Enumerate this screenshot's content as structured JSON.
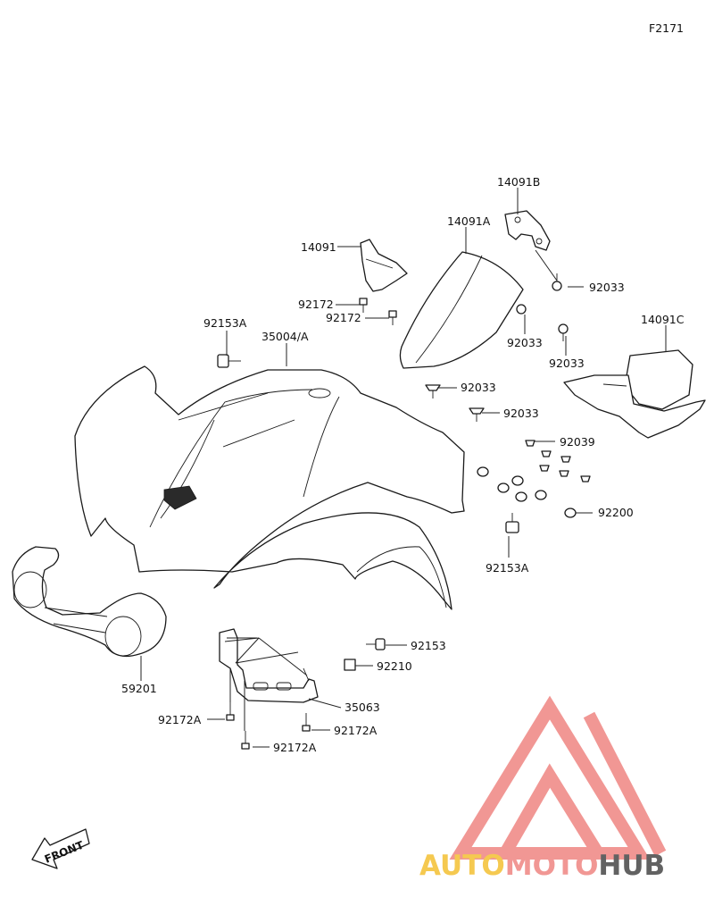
{
  "figure_code": "F2171",
  "parts": [
    {
      "id": "p-14091B",
      "label": "14091B"
    },
    {
      "id": "p-14091A",
      "label": "14091A"
    },
    {
      "id": "p-14091",
      "label": "14091"
    },
    {
      "id": "p-92033-a",
      "label": "92033"
    },
    {
      "id": "p-92172-a",
      "label": "92172"
    },
    {
      "id": "p-92172-b",
      "label": "92172"
    },
    {
      "id": "p-92153A-a",
      "label": "92153A"
    },
    {
      "id": "p-35004A",
      "label": "35004/A"
    },
    {
      "id": "p-14091C",
      "label": "14091C"
    },
    {
      "id": "p-92033-b",
      "label": "92033"
    },
    {
      "id": "p-92033-c",
      "label": "92033"
    },
    {
      "id": "p-92033-d",
      "label": "92033"
    },
    {
      "id": "p-92033-e",
      "label": "92033"
    },
    {
      "id": "p-92039",
      "label": "92039"
    },
    {
      "id": "p-92200",
      "label": "92200"
    },
    {
      "id": "p-92153A-b",
      "label": "92153A"
    },
    {
      "id": "p-59201",
      "label": "59201"
    },
    {
      "id": "p-92153",
      "label": "92153"
    },
    {
      "id": "p-92210",
      "label": "92210"
    },
    {
      "id": "p-35063",
      "label": "35063"
    },
    {
      "id": "p-92172A-a",
      "label": "92172A"
    },
    {
      "id": "p-92172A-b",
      "label": "92172A"
    },
    {
      "id": "p-92172A-c",
      "label": "92172A"
    }
  ],
  "front_arrow_label": "FRONT",
  "watermark": {
    "part1": "AUTO",
    "part2": "MOTO",
    "part3": "HUB",
    "color1": "#f5c542",
    "color2": "#f08f8c",
    "color3": "#555555"
  }
}
